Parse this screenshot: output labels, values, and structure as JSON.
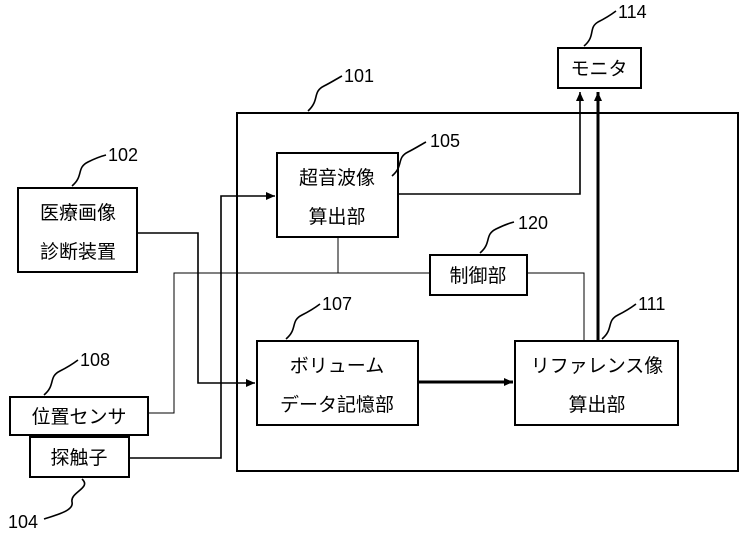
{
  "labels": {
    "monitor": "モニタ",
    "ultrasound_calc_1": "超音波像",
    "ultrasound_calc_2": "算出部",
    "medical_device_1": "医療画像",
    "medical_device_2": "診断装置",
    "control": "制御部",
    "volume_1": "ボリューム",
    "volume_2": "データ記憶部",
    "reference_1": "リファレンス像",
    "reference_2": "算出部",
    "position_sensor": "位置センサ",
    "probe": "探触子"
  },
  "refs": {
    "r114": "114",
    "r101": "101",
    "r105": "105",
    "r102": "102",
    "r120": "120",
    "r107": "107",
    "r111": "111",
    "r108": "108",
    "r104": "104"
  }
}
